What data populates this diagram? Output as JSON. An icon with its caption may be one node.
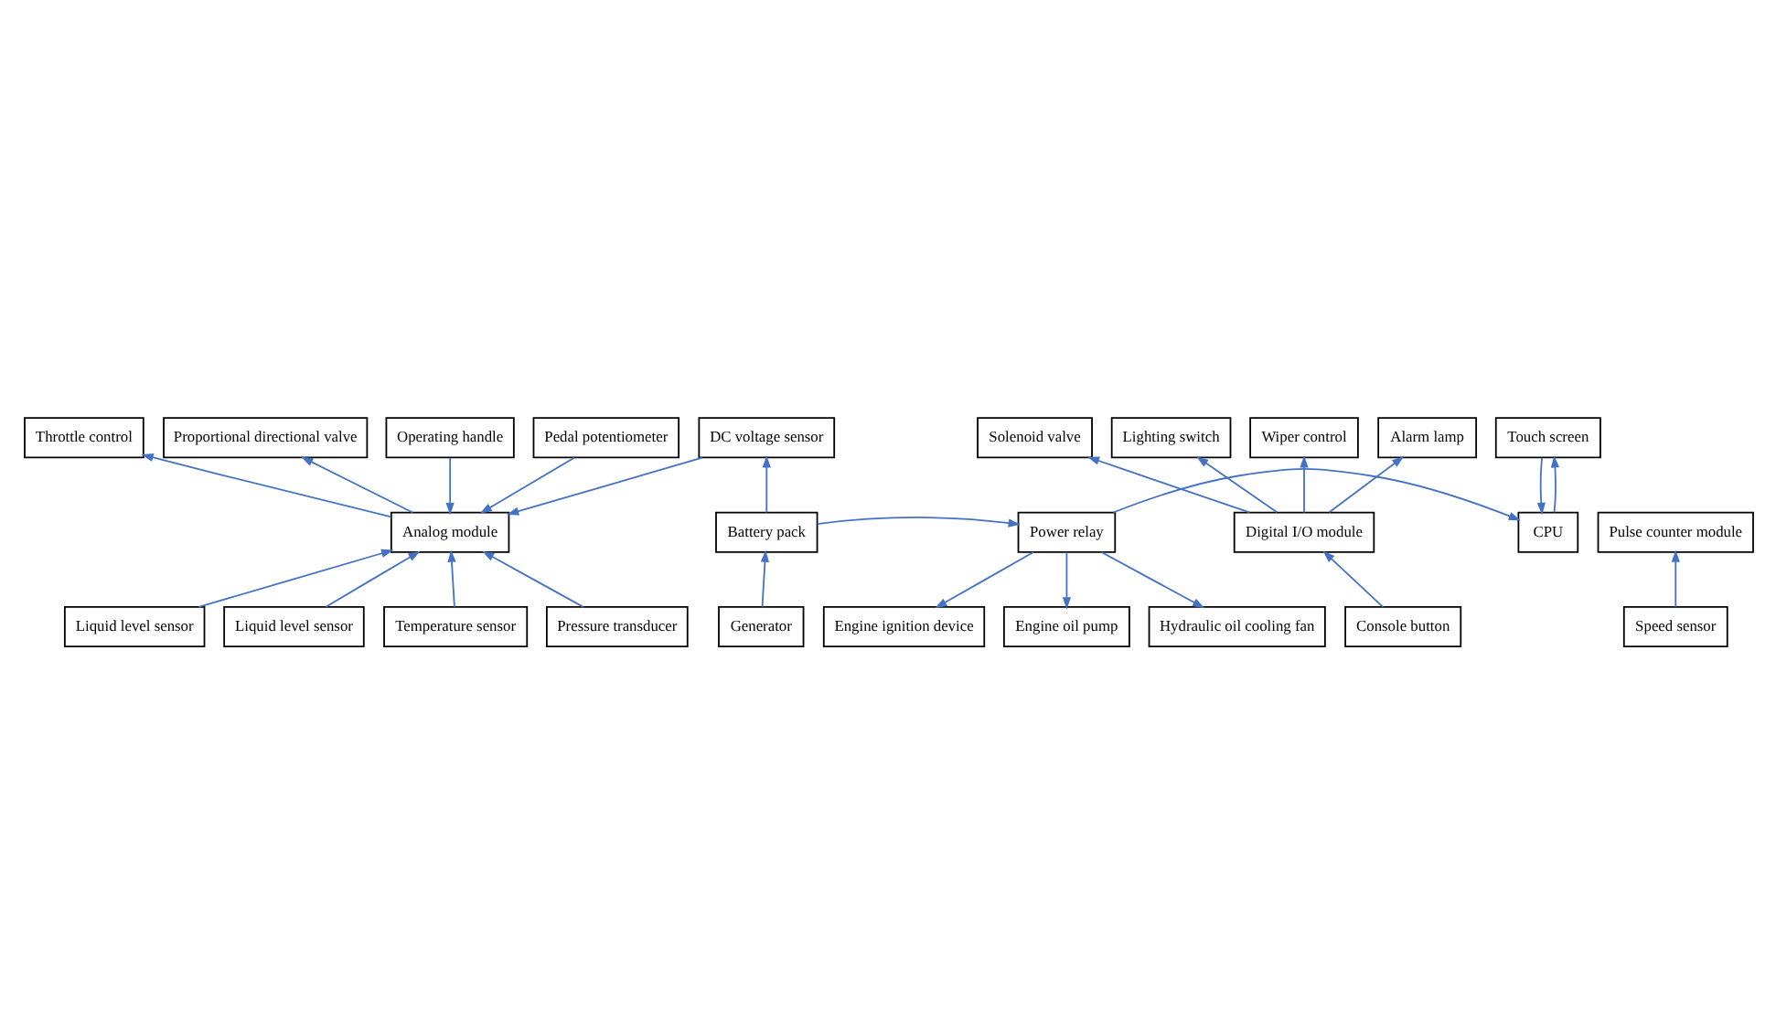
{
  "diagram": {
    "nodes": [
      {
        "text": [
          "DC voltage sensor"
        ]
      },
      {
        "text": [
          "Touch screen"
        ]
      },
      {
        "text": [
          "Pedal potentiometer"
        ]
      },
      {
        "text": [
          "Operating handle"
        ]
      },
      {
        "text": [
          "Proportional directional valve"
        ]
      },
      {
        "text": [
          "Throttle control"
        ]
      },
      {
        "text": [
          "Solenoid valve"
        ]
      },
      {
        "text": [
          "Lighting switch"
        ]
      },
      {
        "text": [
          "Wiper control"
        ]
      },
      {
        "text": [
          "Alarm lamp"
        ]
      },
      {
        "text": [
          "Battery pack"
        ]
      },
      {
        "text": [
          "Power relay"
        ]
      },
      {
        "text": [
          "CPU"
        ]
      },
      {
        "text": [
          "Analog module"
        ]
      },
      {
        "text": [
          "Digital I/O module"
        ]
      },
      {
        "text": [
          "Pulse counter module"
        ]
      },
      {
        "text": [
          "Generator"
        ]
      },
      {
        "text": [
          "Engine ignition device"
        ]
      },
      {
        "text": [
          "Engine oil pump"
        ]
      },
      {
        "text": [
          "Hydraulic oil cooling fan"
        ]
      },
      {
        "text": [
          "Temperature sensor"
        ]
      },
      {
        "text": [
          "Pressure transducer"
        ]
      },
      {
        "text": [
          "Liquid level sensor"
        ]
      },
      {
        "text": [
          "Liquid level sensor"
        ]
      },
      {
        "text": [
          "Console button"
        ]
      },
      {
        "text": [
          "Speed sensor"
        ]
      }
    ],
    "edges": [
      {
        "from": 10,
        "to": 0,
        "arrow": "to"
      },
      {
        "from": 0,
        "to": 13,
        "arrow": "to"
      },
      {
        "from": 1,
        "to": 12,
        "arrow": "to"
      },
      {
        "from": 12,
        "to": 1,
        "arrow": "to"
      },
      {
        "from": 2,
        "to": 13,
        "arrow": "to"
      },
      {
        "from": 3,
        "to": 13,
        "arrow": "to"
      },
      {
        "from": 13,
        "to": 4,
        "arrow": "to"
      },
      {
        "from": 13,
        "to": 5,
        "arrow": "to"
      },
      {
        "from": 14,
        "to": 6,
        "arrow": "to"
      },
      {
        "from": 14,
        "to": 7,
        "arrow": "to"
      },
      {
        "from": 14,
        "to": 8,
        "arrow": "to"
      },
      {
        "from": 14,
        "to": 9,
        "arrow": "to"
      },
      {
        "from": 16,
        "to": 10,
        "arrow": "to"
      },
      {
        "from": 10,
        "to": 11,
        "arrow": "to"
      },
      {
        "from": 11,
        "to": 12,
        "arrow": "to"
      },
      {
        "from": 11,
        "to": 17,
        "arrow": "to"
      },
      {
        "from": 11,
        "to": 18,
        "arrow": "to"
      },
      {
        "from": 11,
        "to": 19,
        "arrow": "to"
      },
      {
        "from": 20,
        "to": 13,
        "arrow": "to"
      },
      {
        "from": 21,
        "to": 13,
        "arrow": "to"
      },
      {
        "from": 22,
        "to": 13,
        "arrow": "to"
      },
      {
        "from": 23,
        "to": 13,
        "arrow": "to"
      },
      {
        "from": 24,
        "to": 14,
        "arrow": "to"
      },
      {
        "from": 25,
        "to": 15,
        "arrow": "to"
      }
    ]
  }
}
